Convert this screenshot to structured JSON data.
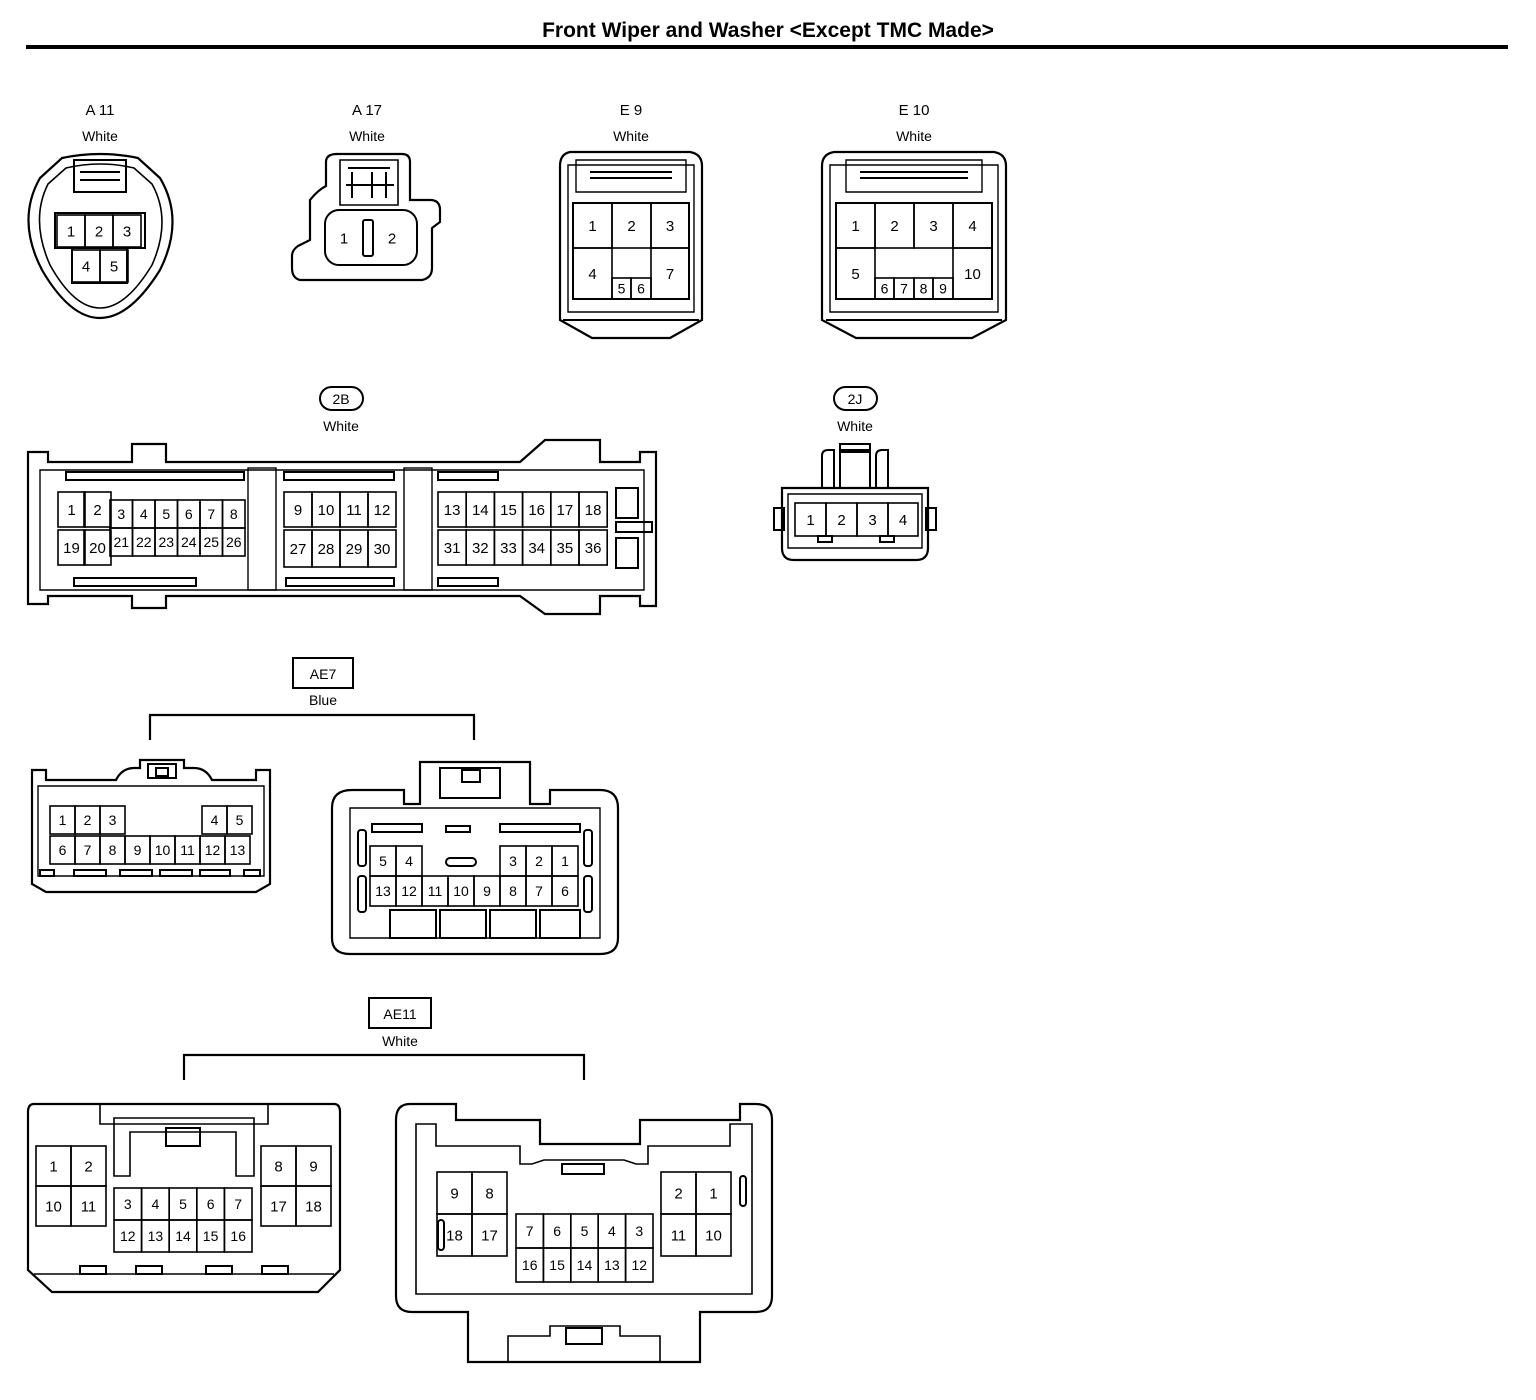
{
  "title": "Front Wiper and Washer <Except TMC Made>",
  "connectors": {
    "a11": {
      "code": "A 11",
      "color": "White",
      "pins": [
        "1",
        "2",
        "3",
        "4",
        "5"
      ]
    },
    "a17": {
      "code": "A 17",
      "color": "White",
      "pins": [
        "1",
        "2"
      ]
    },
    "e9": {
      "code": "E 9",
      "color": "White",
      "pins": [
        "1",
        "2",
        "3",
        "4",
        "5",
        "6",
        "7"
      ]
    },
    "e10": {
      "code": "E 10",
      "color": "White",
      "pins": [
        "1",
        "2",
        "3",
        "4",
        "5",
        "6",
        "7",
        "8",
        "9",
        "10"
      ]
    },
    "c2b": {
      "code": "2B",
      "color": "White",
      "pins": [
        "1",
        "2",
        "3",
        "4",
        "5",
        "6",
        "7",
        "8",
        "9",
        "10",
        "11",
        "12",
        "13",
        "14",
        "15",
        "16",
        "17",
        "18",
        "19",
        "20",
        "21",
        "22",
        "23",
        "24",
        "25",
        "26",
        "27",
        "28",
        "29",
        "30",
        "31",
        "32",
        "33",
        "34",
        "35",
        "36"
      ]
    },
    "c2j": {
      "code": "2J",
      "color": "White",
      "pins": [
        "1",
        "2",
        "3",
        "4"
      ]
    },
    "ae7": {
      "code": "AE7",
      "color": "Blue",
      "pins": [
        "1",
        "2",
        "3",
        "4",
        "5",
        "6",
        "7",
        "8",
        "9",
        "10",
        "11",
        "12",
        "13"
      ]
    },
    "ae11": {
      "code": "AE11",
      "color": "White",
      "pins": [
        "1",
        "2",
        "3",
        "4",
        "5",
        "6",
        "7",
        "8",
        "9",
        "10",
        "11",
        "12",
        "13",
        "14",
        "15",
        "16",
        "17",
        "18"
      ]
    }
  }
}
